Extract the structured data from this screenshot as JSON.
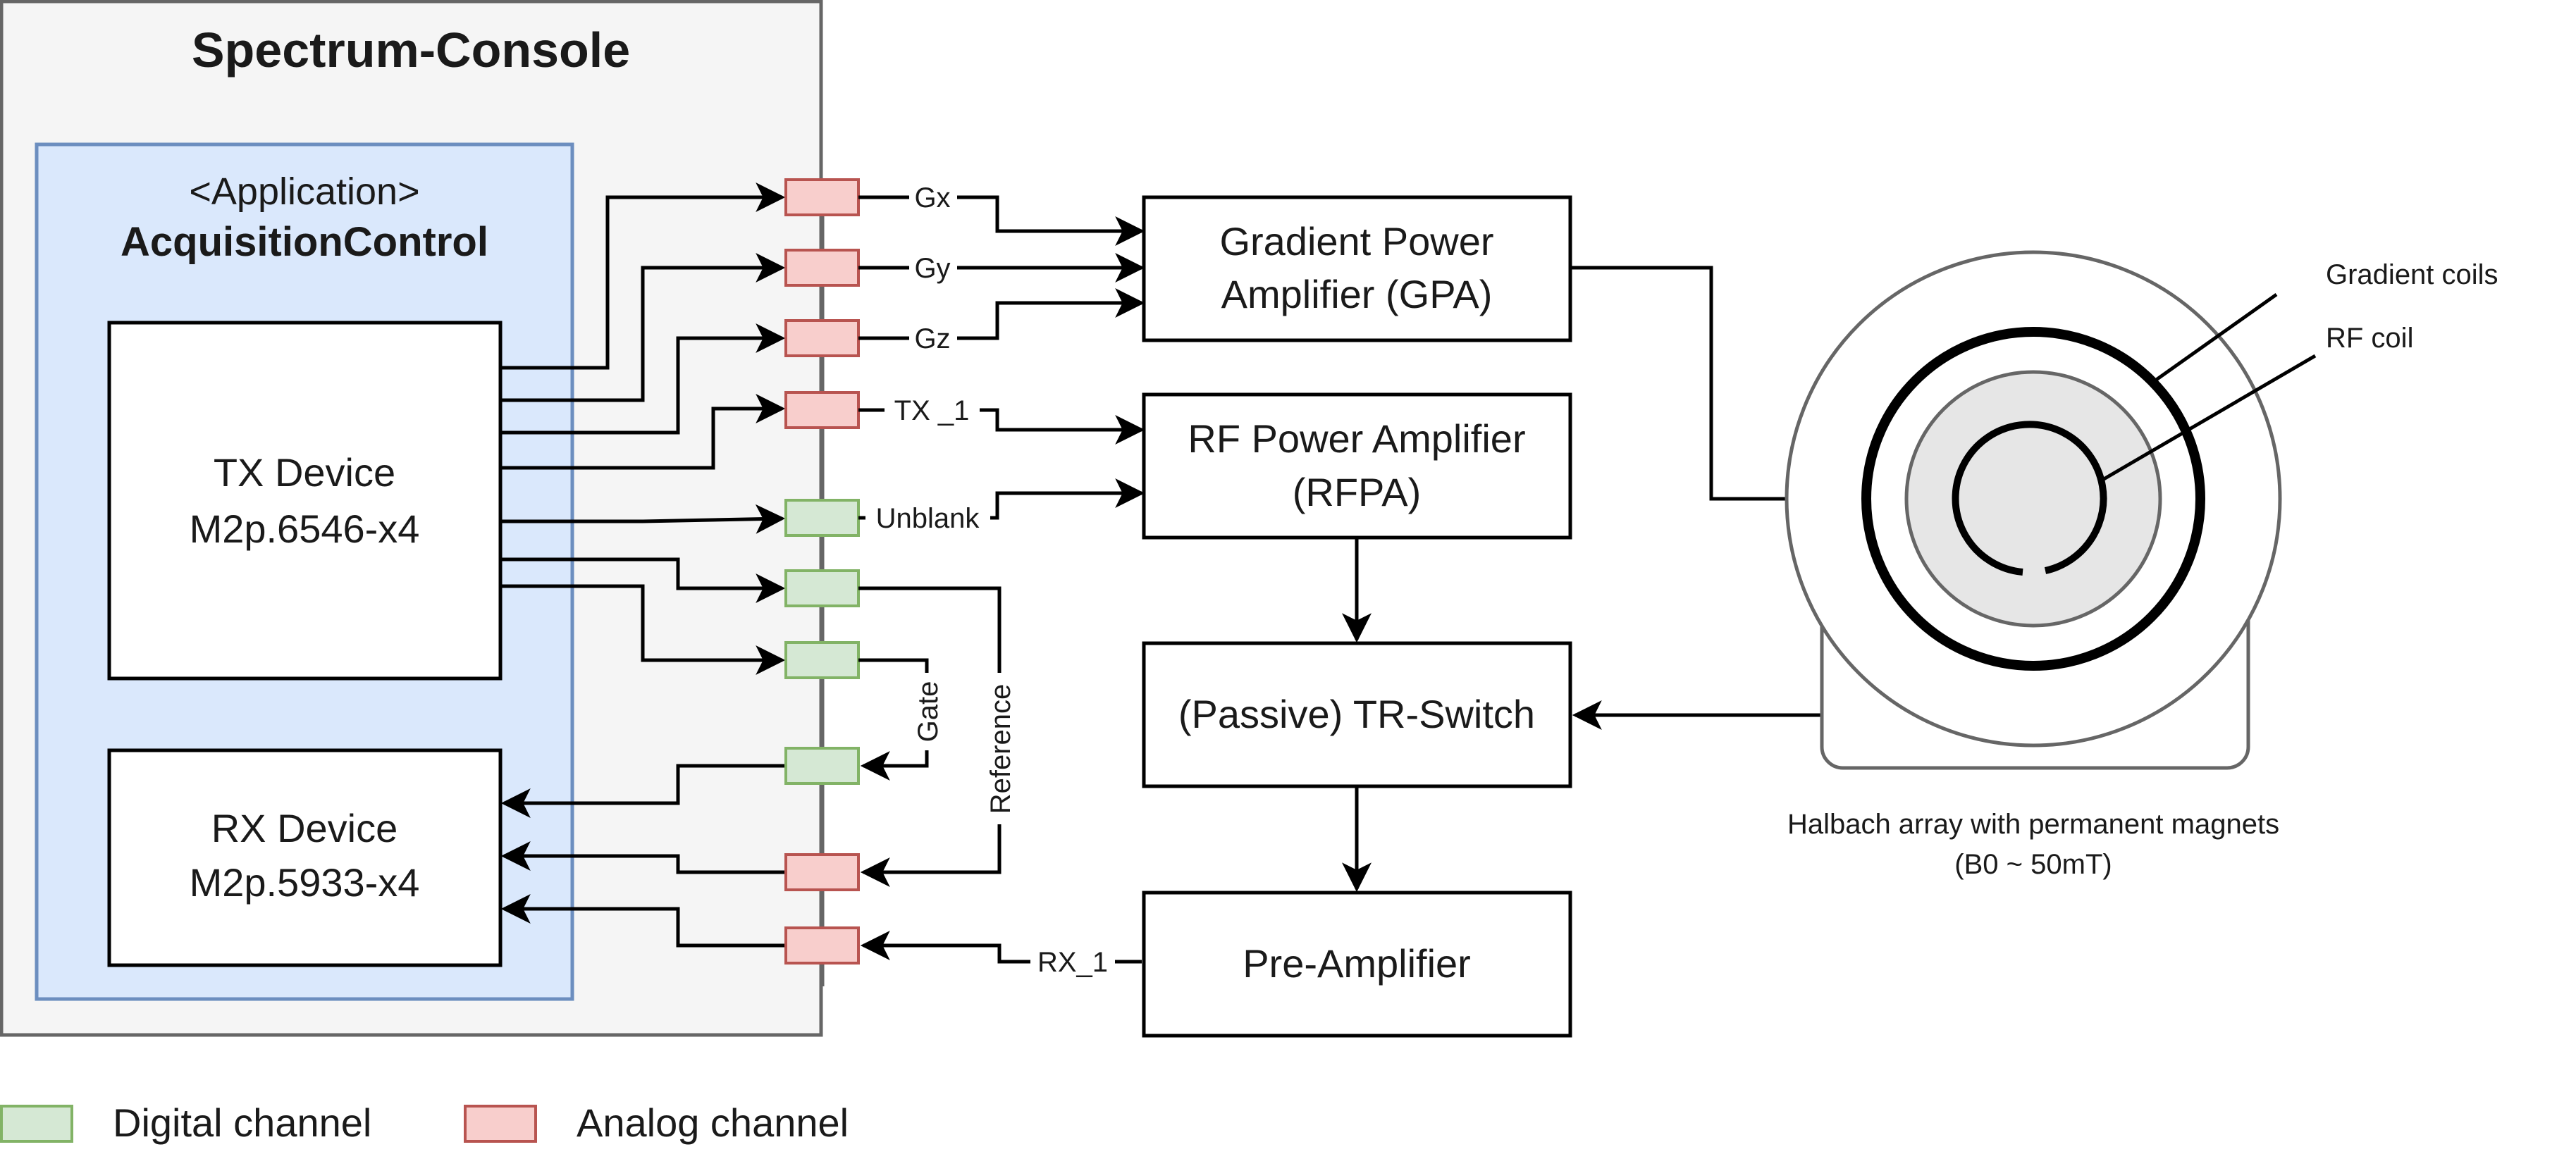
{
  "console": {
    "title": "Spectrum-Console"
  },
  "application": {
    "stereotype": "<Application>",
    "name": "AcquisitionControl"
  },
  "tx_device": {
    "line1": "TX Device",
    "line2": "M2p.6546-x4"
  },
  "rx_device": {
    "line1": "RX Device",
    "line2": "M2p.5933-x4"
  },
  "signals": {
    "gx": "Gx",
    "gy": "Gy",
    "gz": "Gz",
    "tx1": "TX _1",
    "unblank": "Unblank",
    "gate": "Gate",
    "reference": "Reference",
    "rx1": "RX_1"
  },
  "blocks": {
    "gpa_line1": "Gradient Power",
    "gpa_line2": "Amplifier (GPA)",
    "rfpa_line1": "RF Power Amplifier",
    "rfpa_line2": "(RFPA)",
    "trswitch": "(Passive) TR-Switch",
    "preamp": "Pre-Amplifier"
  },
  "magnet": {
    "gradient_coils_label": "Gradient coils",
    "rf_coil_label": "RF coil",
    "caption_line1": "Halbach array with permanent magnets",
    "caption_line2": "(B0 ~ 50mT)"
  },
  "legend": {
    "digital": "Digital channel",
    "analog": "Analog channel"
  },
  "colors": {
    "digital_fill": "#d5e8d4",
    "digital_stroke": "#82b366",
    "analog_fill": "#f8cecc",
    "analog_stroke": "#b85450",
    "application_fill": "#dae8fc",
    "application_stroke": "#6c8ebf",
    "console_fill": "#f5f5f5",
    "console_stroke": "#666666"
  }
}
